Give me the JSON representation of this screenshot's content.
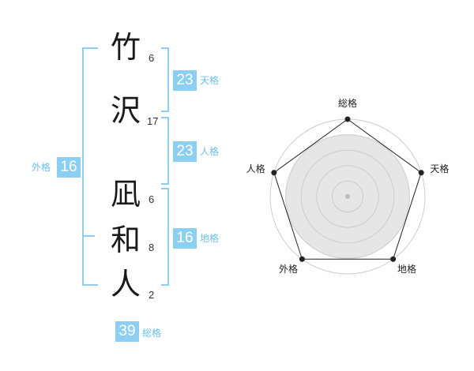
{
  "name": {
    "chars": [
      {
        "char": "竹",
        "strokes": "6"
      },
      {
        "char": "沢",
        "strokes": "17"
      },
      {
        "char": "凪",
        "strokes": "6"
      },
      {
        "char": "和",
        "strokes": "8"
      },
      {
        "char": "人",
        "strokes": "2"
      }
    ]
  },
  "fortunes": {
    "tenkaku": {
      "label": "天格",
      "value": "23"
    },
    "jinkaku": {
      "label": "人格",
      "value": "23"
    },
    "chikaku": {
      "label": "地格",
      "value": "16"
    },
    "gaikaku": {
      "label": "外格",
      "value": "16"
    },
    "soukaku": {
      "label": "総格",
      "value": "39"
    }
  },
  "colors": {
    "badge": "#8ccff3",
    "bracket": "#8ccff3",
    "label": "#6dbfe9",
    "radar_fill": "#e6e6e6",
    "radar_line": "#222222",
    "radar_ring": "#cccccc"
  },
  "chart_data": {
    "type": "radar",
    "axes": [
      "総格",
      "天格",
      "地格",
      "外格",
      "人格"
    ],
    "values": [
      5,
      5,
      5,
      5,
      5
    ],
    "rmax": 5,
    "rings": 5
  }
}
